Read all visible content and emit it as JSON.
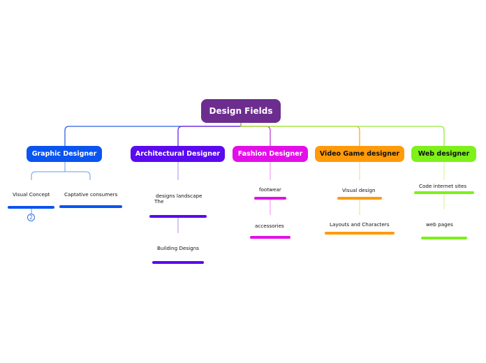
{
  "central": {
    "label": "Design Fields",
    "color": "#6c2d8f"
  },
  "branches": [
    {
      "key": "graphic",
      "label": "Graphic Designer",
      "color": "#0a54f0",
      "text_color": "#ffffff",
      "line_color": "#2d60e0",
      "children": [
        {
          "text": "Visual Concept",
          "bar_color": "#0a54f0",
          "badge": "2"
        },
        {
          "text": "Captative consumers",
          "bar_color": "#0a54f0"
        }
      ]
    },
    {
      "key": "architectural",
      "label": "Architectural Designer",
      "color": "#5a0af0",
      "text_color": "#ffffff",
      "line_color": "#6a22e0",
      "children": [
        {
          "text_lines": [
            "designs landscape",
            "The"
          ],
          "bar_color": "#5a0af0"
        },
        {
          "text": "Building Designs",
          "bar_color": "#5a0af0"
        }
      ]
    },
    {
      "key": "fashion",
      "label": "Fashion Designer",
      "color": "#e30fe8",
      "text_color": "#ffffff",
      "line_color": "#c23fd6",
      "children": [
        {
          "text": "footwear",
          "bar_color": "#e30fe8"
        },
        {
          "text": "accessories",
          "bar_color": "#e30fe8"
        }
      ]
    },
    {
      "key": "videogame",
      "label": "Video Game designer",
      "color": "#ff9a0a",
      "text_color": "#111111",
      "line_color": "#ffa52a",
      "children": [
        {
          "text": "Visual design",
          "bar_color": "#ff9a0a"
        },
        {
          "text": "Layouts and Characters",
          "bar_color": "#ff9a0a"
        }
      ]
    },
    {
      "key": "web",
      "label": "Web designer",
      "color": "#7ef01a",
      "text_color": "#111111",
      "line_color": "#96ea3a",
      "children": [
        {
          "text": "Code internet sites",
          "bar_color": "#7ef01a"
        },
        {
          "text": "web pages",
          "bar_color": "#7ef01a"
        }
      ]
    }
  ]
}
